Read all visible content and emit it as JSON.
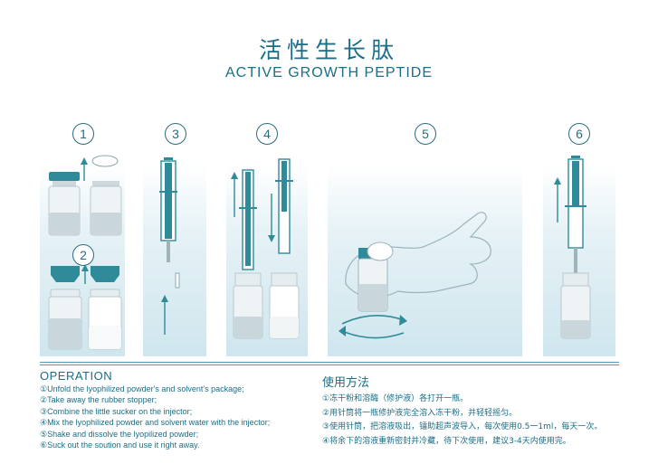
{
  "header": {
    "title_cn": "活性生长肽",
    "title_en": "ACTIVE GROWTH PEPTIDE"
  },
  "steps": [
    {
      "label": "1"
    },
    {
      "label": "2"
    },
    {
      "label": "3"
    },
    {
      "label": "4"
    },
    {
      "label": "5"
    },
    {
      "label": "6"
    }
  ],
  "operation": {
    "heading": "OPERATION",
    "items": [
      "①Unfold the lyophilized powder's and solvent's package;",
      "②Take away the rubber stopper;",
      "③Combine the little sucker on the injector;",
      "④Mix the lyophilized powder and solvent water with the injector;",
      "⑤Shake and dissolve the lyopilized powder;",
      "⑥Suck out the soution and use it right away."
    ]
  },
  "usage_cn": {
    "heading": "使用方法",
    "items": [
      "①冻干粉和溶酶（修护液）各打开一瓶。",
      "②用针筒将一瓶修护液完全溶入冻干粉，并轻轻摇匀。",
      "③使用针筒，把溶液吸出，镭助超声波导入，每次使用0.5一1ml，每天一次。",
      "④将余下的溶液重新密封并冷藏，待下次使用，建议3-4天内使用完。"
    ]
  },
  "colors": {
    "teal": "#1b6e86",
    "panel": "#cfe6ee",
    "cap": "#2f8a9a"
  }
}
